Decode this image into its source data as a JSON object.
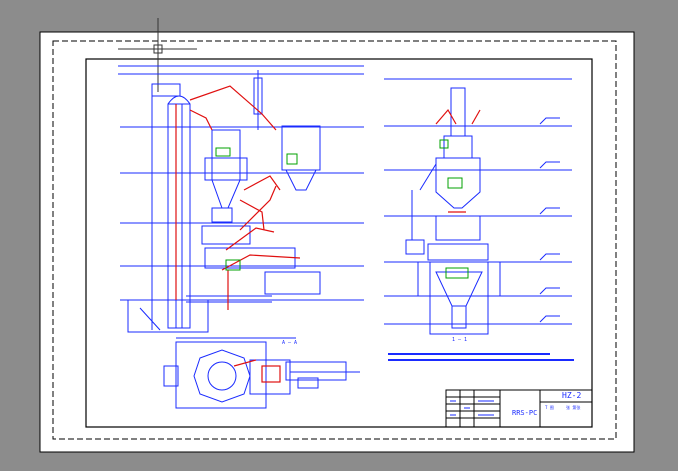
{
  "drawing": {
    "sheet_code": "HZ-2",
    "sheet_name": "RRS-PC",
    "title_sub_left": "T 图",
    "title_sub_right": "张 第张",
    "view_label_section": "A — A",
    "view_label_bottom": "1 — 1"
  },
  "colors": {
    "background": "#8c8c8c",
    "paper": "#ffffff",
    "line": "#1a2bff",
    "accent_red": "#e01010",
    "accent_green": "#00a000",
    "border": "#000000"
  }
}
